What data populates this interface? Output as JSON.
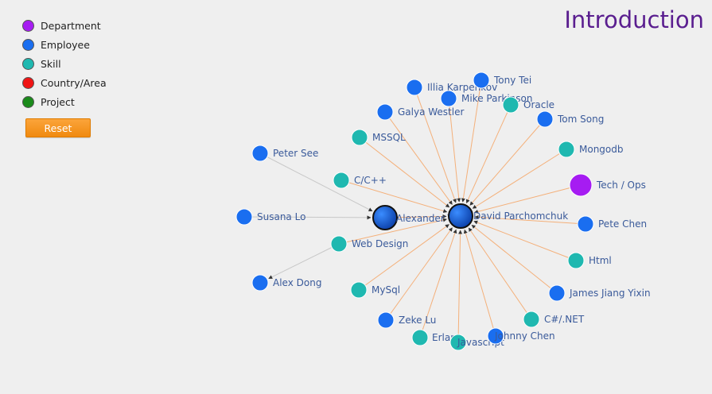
{
  "title": "Introduction",
  "reset_label": "Reset",
  "legend": [
    {
      "label": "Department",
      "color": "#a61cf2"
    },
    {
      "label": "Employee",
      "color": "#1a6ef0"
    },
    {
      "label": "Skill",
      "color": "#1fb8b0"
    },
    {
      "label": "Country/Area",
      "color": "#f01414"
    },
    {
      "label": "Project",
      "color": "#1a8a1a"
    }
  ],
  "colors": {
    "department": "#a61cf2",
    "employee": "#1a6ef0",
    "skill": "#1fb8b0",
    "edge_primary": "#f4b07a",
    "edge_secondary": "#c8c8c8"
  },
  "graph": {
    "center": {
      "id": "david",
      "label": "David Parchomchuk",
      "type": "employee"
    },
    "secondary": {
      "id": "alex_tam",
      "label": "Alexander Tam",
      "type": "employee"
    },
    "nodes": [
      {
        "id": "illia",
        "label": "Illia Karpenkov",
        "type": "employee"
      },
      {
        "id": "tony",
        "label": "Tony Tei",
        "type": "employee"
      },
      {
        "id": "mike",
        "label": "Mike Parkinson",
        "type": "employee"
      },
      {
        "id": "oracle",
        "label": "Oracle",
        "type": "skill"
      },
      {
        "id": "galya",
        "label": "Galya Westler",
        "type": "employee"
      },
      {
        "id": "tomsong",
        "label": "Tom Song",
        "type": "employee"
      },
      {
        "id": "mssql",
        "label": "MSSQL",
        "type": "skill"
      },
      {
        "id": "mongodb",
        "label": "Mongodb",
        "type": "skill"
      },
      {
        "id": "peter",
        "label": "Peter See",
        "type": "employee"
      },
      {
        "id": "techops",
        "label": "Tech / Ops",
        "type": "department"
      },
      {
        "id": "cpp",
        "label": "C/C++",
        "type": "skill"
      },
      {
        "id": "susana",
        "label": "Susana Lo",
        "type": "employee"
      },
      {
        "id": "pete",
        "label": "Pete Chen",
        "type": "employee"
      },
      {
        "id": "webdesign",
        "label": "Web Design",
        "type": "skill"
      },
      {
        "id": "html",
        "label": "Html",
        "type": "skill"
      },
      {
        "id": "alexdong",
        "label": "Alex Dong",
        "type": "employee"
      },
      {
        "id": "mysql",
        "label": "MySql",
        "type": "skill"
      },
      {
        "id": "james",
        "label": "James Jiang Yixin",
        "type": "employee"
      },
      {
        "id": "zeke",
        "label": "Zeke Lu",
        "type": "employee"
      },
      {
        "id": "csharp",
        "label": "C#/.NET",
        "type": "skill"
      },
      {
        "id": "erlang",
        "label": "Erlang",
        "type": "skill"
      },
      {
        "id": "javascript",
        "label": "Javascript",
        "type": "skill"
      },
      {
        "id": "johnny",
        "label": "Johnny Chen",
        "type": "employee"
      }
    ],
    "edges": [
      {
        "from": "illia",
        "to": "david"
      },
      {
        "from": "tony",
        "to": "david"
      },
      {
        "from": "mike",
        "to": "david"
      },
      {
        "from": "oracle",
        "to": "david"
      },
      {
        "from": "galya",
        "to": "david"
      },
      {
        "from": "tomsong",
        "to": "david"
      },
      {
        "from": "mssql",
        "to": "david"
      },
      {
        "from": "mongodb",
        "to": "david"
      },
      {
        "from": "techops",
        "to": "david"
      },
      {
        "from": "cpp",
        "to": "david"
      },
      {
        "from": "pete",
        "to": "david"
      },
      {
        "from": "webdesign",
        "to": "david"
      },
      {
        "from": "html",
        "to": "david"
      },
      {
        "from": "mysql",
        "to": "david"
      },
      {
        "from": "james",
        "to": "david"
      },
      {
        "from": "zeke",
        "to": "david"
      },
      {
        "from": "csharp",
        "to": "david"
      },
      {
        "from": "erlang",
        "to": "david"
      },
      {
        "from": "javascript",
        "to": "david"
      },
      {
        "from": "johnny",
        "to": "david"
      },
      {
        "from": "alex_tam",
        "to": "david"
      },
      {
        "from": "peter",
        "to": "alex_tam"
      },
      {
        "from": "susana",
        "to": "alex_tam"
      },
      {
        "from": "webdesign",
        "to": "alexdong"
      }
    ]
  }
}
